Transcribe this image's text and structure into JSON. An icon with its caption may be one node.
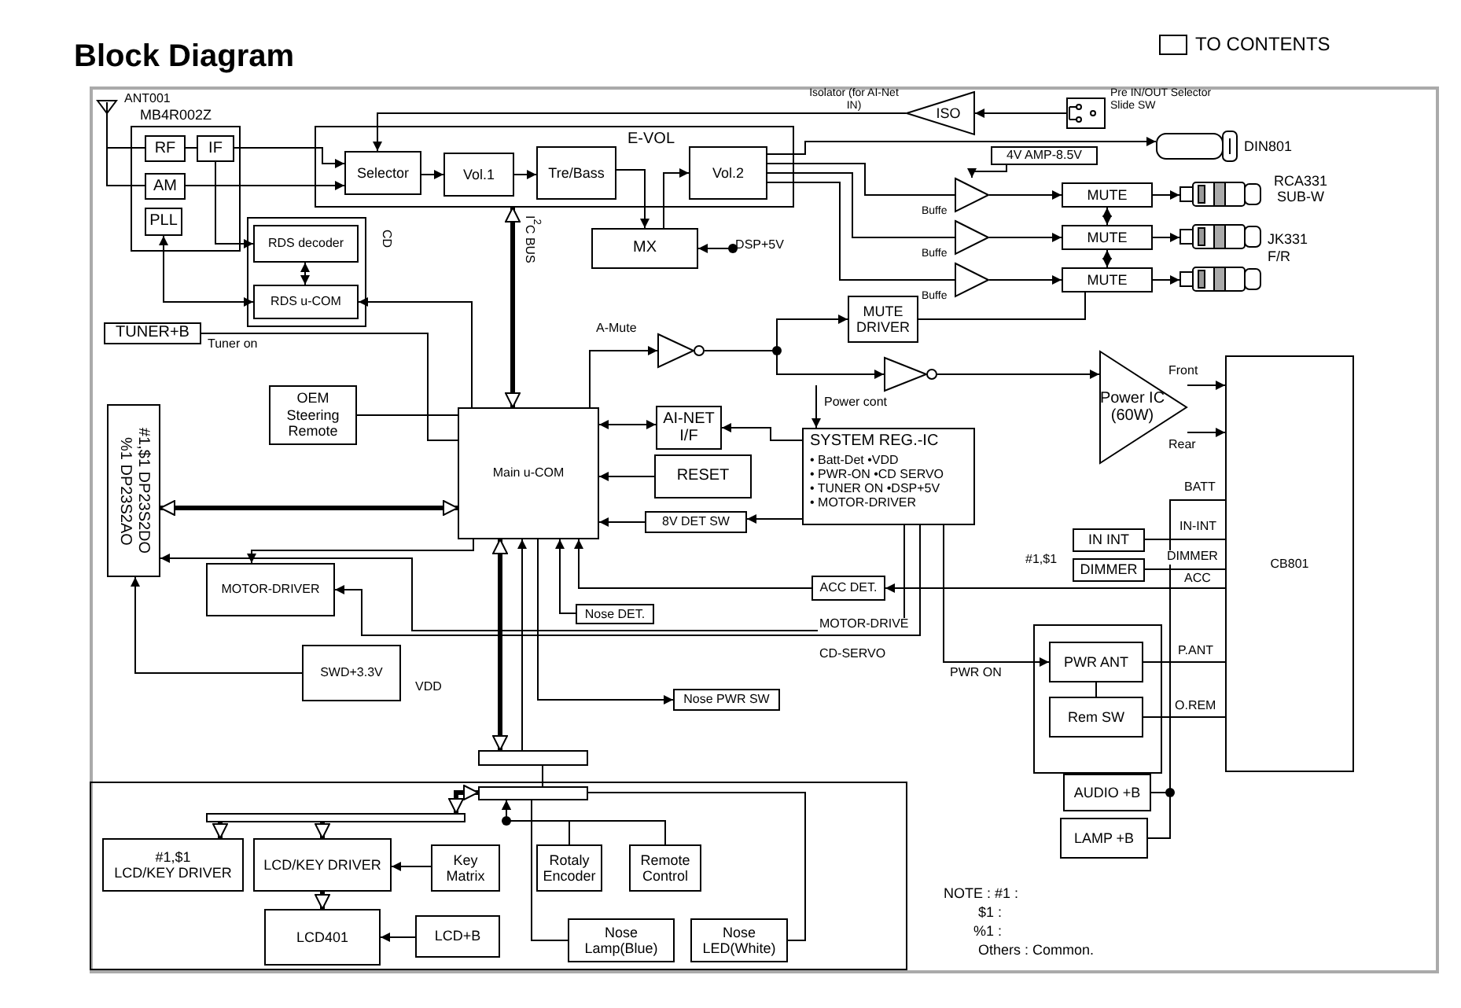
{
  "diagram": {
    "title": "Block Diagram",
    "nodes": [
      {
        "text": [],
        "shape": "antenna",
        "beside": [
          "ANT001"
        ]
      },
      {
        "text": [
          "MB4R002Z"
        ]
      },
      {
        "text": [
          "RF"
        ],
        "in": 1
      },
      {
        "text": [
          "IF"
        ],
        "in": 1
      },
      {
        "text": [
          "AM"
        ],
        "in": 1
      },
      {
        "text": [
          "PLL"
        ],
        "in": 1
      },
      {
        "text": [],
        "shape": "box"
      },
      {
        "text": [
          "RDS decoder"
        ],
        "in": 6
      },
      {
        "text": [
          "RDS u-COM"
        ],
        "in": 6
      },
      {
        "text": [
          "E-VOL"
        ]
      },
      {
        "text": [
          "Selector"
        ],
        "in": 9
      },
      {
        "text": [
          "Vol.1"
        ],
        "in": 9
      },
      {
        "text": [
          "Tre/Bass"
        ],
        "in": 9
      },
      {
        "text": [
          "Vol.2"
        ],
        "in": 9
      },
      {
        "text": [
          "ISO"
        ],
        "beside": [
          "Isolator (for AI-Net IN)"
        ]
      },
      {
        "text": [],
        "shape": "switch",
        "beside": [
          "Pre IN/OUT Selector Slide SW"
        ]
      },
      {
        "text": [],
        "shape": "connector",
        "beside": [
          "DIN801"
        ]
      },
      {
        "text": [
          "4V  AMP-8.5V"
        ]
      },
      {
        "text": [],
        "shape": "triangle",
        "beside": [
          "Buffe"
        ]
      },
      {
        "text": [],
        "shape": "triangle",
        "beside": [
          "Buffe"
        ]
      },
      {
        "text": [],
        "shape": "triangle",
        "beside": [
          "Buffe"
        ]
      },
      {
        "text": [
          "MUTE"
        ]
      },
      {
        "text": [
          "MUTE"
        ]
      },
      {
        "text": [
          "MUTE"
        ]
      },
      {
        "text": [],
        "shape": "jack",
        "beside": [
          "RCA331 SUB-W"
        ]
      },
      {
        "text": [],
        "shape": "jack"
      },
      {
        "text": [],
        "shape": "jack"
      },
      {
        "text": [
          "MX"
        ]
      },
      {
        "text": [
          "MUTE DRIVER"
        ]
      },
      {
        "text": [],
        "shape": "triangle"
      },
      {
        "text": [],
        "shape": "triangle"
      },
      {
        "text": [
          "Power IC (60W)"
        ]
      },
      {
        "text": [
          "CB801"
        ]
      },
      {
        "text": [
          "TUNER+B"
        ]
      },
      {
        "text": [
          "OEM Steering Remote"
        ]
      },
      {
        "text": [
          "#1,$1 DP23S2DO",
          "%1 DP23S2AO"
        ]
      },
      {
        "text": [
          "Main u-COM"
        ]
      },
      {
        "text": [
          "AI-NET I/F"
        ]
      },
      {
        "text": [
          "RESET"
        ]
      },
      {
        "text": [
          "8V DET SW"
        ]
      },
      {
        "text": [
          "SYSTEM REG.-IC",
          "• Batt-Det •VDD",
          "• PWR-ON •CD SERVO",
          "• TUNER ON •DSP+5V",
          "• MOTOR-DRIVER"
        ]
      },
      {
        "text": [
          "IN INT"
        ]
      },
      {
        "text": [
          "DIMMER"
        ],
        "beside": [
          "#1,$1"
        ]
      },
      {
        "text": [
          "ACC DET."
        ]
      },
      {
        "text": [
          "MOTOR-DRIVER"
        ]
      },
      {
        "text": [
          "Nose DET."
        ]
      },
      {
        "text": [
          "SWD+3.3V"
        ]
      },
      {
        "text": [
          "Nose PWR SW"
        ]
      },
      {
        "text": [],
        "shape": "box"
      },
      {
        "text": [
          "PWR ANT"
        ],
        "in": 48
      },
      {
        "text": [
          "Rem SW"
        ],
        "in": 48
      },
      {
        "text": [
          "AUDIO +B"
        ]
      },
      {
        "text": [
          "LAMP +B"
        ]
      },
      {
        "text": [],
        "shape": "bar"
      },
      {
        "text": [],
        "shape": "box"
      },
      {
        "text": [],
        "shape": "bar",
        "in": 54
      },
      {
        "text": [],
        "shape": "bar",
        "in": 54
      },
      {
        "text": [
          "#1,$1",
          "LCD/KEY DRIVER"
        ],
        "in": 54
      },
      {
        "text": [
          "LCD/KEY DRIVER"
        ],
        "in": 54
      },
      {
        "text": [
          "Key Matrix"
        ],
        "in": 54
      },
      {
        "text": [
          "Rotaly Encoder"
        ],
        "in": 54
      },
      {
        "text": [
          "Remote Control"
        ],
        "in": 54
      },
      {
        "text": [
          "LCD401"
        ],
        "in": 54
      },
      {
        "text": [
          "LCD+B"
        ],
        "in": 54
      },
      {
        "text": [
          "Nose Lamp(Blue)"
        ],
        "in": 54
      },
      {
        "text": [
          "Nose LED(White)"
        ],
        "in": 54
      },
      {
        "text": [
          "DSP+5V"
        ]
      }
    ],
    "edges": [
      {
        "from": 0,
        "to": 2,
        "arrow": "none"
      },
      {
        "from": 0,
        "to": 4,
        "arrow": "none"
      },
      {
        "from": 2,
        "to": 3,
        "arrow": "none"
      },
      {
        "from": 3,
        "to": 10,
        "arrow": "to"
      },
      {
        "from": 4,
        "to": 10,
        "arrow": "to"
      },
      {
        "from": 3,
        "to": 7,
        "arrow": "to"
      },
      {
        "from": 5,
        "to": 8,
        "arrow": "both"
      },
      {
        "from": 7,
        "to": 8,
        "arrow": "both"
      },
      {
        "from": 10,
        "to": 11,
        "arrow": "to"
      },
      {
        "from": 11,
        "to": 12,
        "arrow": "to"
      },
      {
        "from": 12,
        "to": 27,
        "arrow": "to"
      },
      {
        "from": 27,
        "to": 13,
        "arrow": "to"
      },
      {
        "from": 14,
        "to": 10,
        "arrow": "to"
      },
      {
        "from": 15,
        "to": 14,
        "arrow": "to"
      },
      {
        "from": 13,
        "to": 16,
        "arrow": "to"
      },
      {
        "from": 13,
        "to": 18,
        "arrow": "none"
      },
      {
        "from": 13,
        "to": 19,
        "arrow": "none"
      },
      {
        "from": 13,
        "to": 20,
        "arrow": "none"
      },
      {
        "from": 17,
        "to": 18,
        "arrow": "to"
      },
      {
        "from": 18,
        "to": 21,
        "arrow": "to"
      },
      {
        "from": 19,
        "to": 22,
        "arrow": "to"
      },
      {
        "from": 20,
        "to": 23,
        "arrow": "to"
      },
      {
        "from": 21,
        "to": 24,
        "arrow": "to"
      },
      {
        "from": 22,
        "to": 25,
        "arrow": "to"
      },
      {
        "from": 23,
        "to": 26,
        "arrow": "to"
      },
      {
        "from": 21,
        "to": 22,
        "arrow": "both"
      },
      {
        "from": 22,
        "to": 23,
        "arrow": "both"
      },
      {
        "from": 28,
        "to": 23,
        "arrow": "none"
      },
      {
        "from": 29,
        "to": 28,
        "arrow": "to"
      },
      {
        "from": 29,
        "to": 30,
        "arrow": "to"
      },
      {
        "from": 30,
        "to": 31,
        "arrow": "to"
      },
      {
        "from": 36,
        "to": 29,
        "arrow": "to",
        "label": "A-Mute"
      },
      {
        "from": 31,
        "to": 32,
        "arrow": "to",
        "label": "Front"
      },
      {
        "from": 31,
        "to": 32,
        "arrow": "to",
        "label": "Rear"
      },
      {
        "from": 66,
        "to": 27,
        "arrow": "to"
      },
      {
        "from": 36,
        "to": 37,
        "arrow": "both"
      },
      {
        "from": 38,
        "to": 36,
        "arrow": "to"
      },
      {
        "from": 39,
        "to": 36,
        "arrow": "to"
      },
      {
        "from": 40,
        "to": 37,
        "arrow": "to"
      },
      {
        "from": 36,
        "to": 35,
        "arrow": "both",
        "style": "thick"
      },
      {
        "from": 36,
        "to": 53,
        "arrow": "both",
        "style": "thick"
      },
      {
        "from": 53,
        "to": 36,
        "arrow": "to"
      },
      {
        "from": 9,
        "to": 36,
        "arrow": "both",
        "style": "thick"
      },
      {
        "from": 36,
        "to": 44,
        "arrow": "to"
      },
      {
        "from": 46,
        "to": 35,
        "arrow": "to"
      },
      {
        "from": 45,
        "to": 36,
        "arrow": "to"
      },
      {
        "from": 36,
        "to": 47,
        "arrow": "to"
      },
      {
        "from": 43,
        "to": 36,
        "arrow": "to"
      },
      {
        "from": 32,
        "to": 43,
        "arrow": "to",
        "label": "ACC"
      },
      {
        "from": 41,
        "to": 32,
        "arrow": "none",
        "label": "IN-INT"
      },
      {
        "from": 42,
        "to": 32,
        "arrow": "none",
        "label": "DIMMER"
      },
      {
        "from": 49,
        "to": 32,
        "arrow": "none",
        "label": "P.ANT"
      },
      {
        "from": 50,
        "to": 32,
        "arrow": "none",
        "label": "O.REM"
      },
      {
        "from": 40,
        "to": 49,
        "arrow": "to",
        "label": "PWR ON"
      },
      {
        "from": 49,
        "to": 50,
        "arrow": "none"
      },
      {
        "from": null,
        "to": 40,
        "arrow": "to",
        "label": "Power cont"
      },
      {
        "from": 33,
        "to": 36,
        "arrow": "none",
        "label": "Tuner on"
      },
      {
        "from": 34,
        "to": 36,
        "arrow": "none"
      },
      {
        "from": 36,
        "to": 8,
        "arrow": "to"
      },
      {
        "from": 55,
        "to": 56,
        "arrow": "both",
        "style": "thick"
      },
      {
        "from": 56,
        "to": 57,
        "arrow": "to",
        "style": "thick"
      },
      {
        "from": 56,
        "to": 58,
        "arrow": "to",
        "style": "thick"
      },
      {
        "from": 58,
        "to": 62,
        "arrow": "to",
        "style": "thick"
      },
      {
        "from": 59,
        "to": 58,
        "arrow": "to"
      },
      {
        "from": 63,
        "to": 62,
        "arrow": "to"
      },
      {
        "from": 60,
        "to": 55,
        "arrow": "to"
      },
      {
        "from": 61,
        "to": 55,
        "arrow": "to"
      },
      {
        "from": 64,
        "to": 55,
        "arrow": "none"
      },
      {
        "from": 65,
        "to": 55,
        "arrow": "none"
      },
      {
        "from": 53,
        "to": 55,
        "arrow": "none"
      },
      {
        "from": 40,
        "to": 39,
        "arrow": "to"
      },
      {
        "from": 51,
        "to": 52,
        "arrow": "none"
      },
      {
        "from": 32,
        "to": 51,
        "arrow": "none",
        "label": "BATT"
      },
      {
        "from": 40,
        "to": 44,
        "arrow": "to",
        "label": "MOTOR-DRIVE"
      },
      {
        "from": 40,
        "to": 35,
        "arrow": "to",
        "label": "CD-SERVO"
      }
    ],
    "labels": [
      "TO CONTENTS",
      "I$^{2}$C BUS",
      "CD",
      "JK331 F/R",
      "VDD",
      "NOTE : #1 :",
      "$1 :",
      "%1 :",
      "Others : Common."
    ]
  }
}
